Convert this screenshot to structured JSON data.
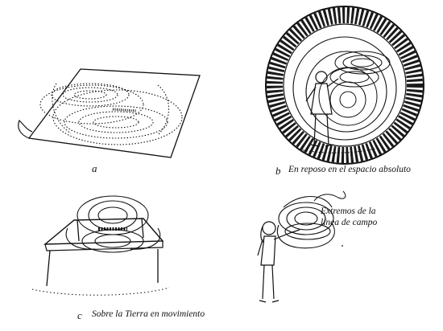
{
  "panels": {
    "a": {
      "letter": "a"
    },
    "b": {
      "letter": "b",
      "caption": "En reposo en el espacio absoluto"
    },
    "c": {
      "letter": "c",
      "caption": "Sobre la Tierra en movimiento"
    },
    "d": {
      "caption_line1": "Extremos de la",
      "caption_line2": "línea de campo"
    }
  },
  "colors": {
    "ink": "#111111",
    "paper": "#ffffff"
  }
}
